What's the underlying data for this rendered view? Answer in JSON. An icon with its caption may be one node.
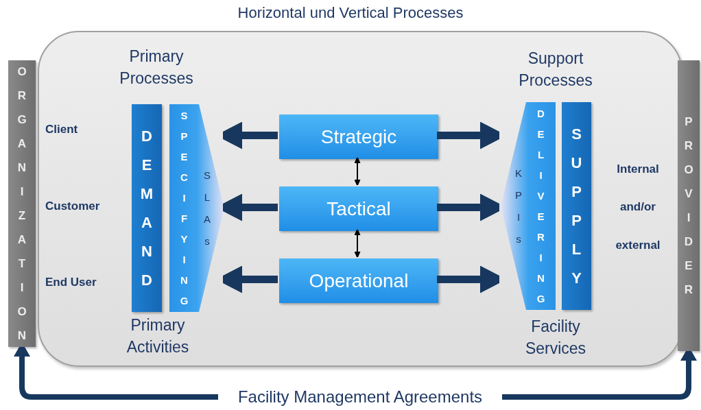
{
  "diagram": {
    "title": "Horizontal und Vertical Processes",
    "nodes": [
      {
        "text": [
          "ORGANIZATION"
        ]
      },
      {
        "text": [],
        "shape": "box"
      },
      {
        "text": [
          "DEMAND"
        ],
        "in": 1
      },
      {
        "text": [
          "SPECIFYING",
          "SLAs"
        ],
        "in": 1
      },
      {
        "text": [
          "Strategic"
        ],
        "in": 1
      },
      {
        "text": [
          "Tactical"
        ],
        "in": 1
      },
      {
        "text": [
          "Operational"
        ],
        "in": 1
      },
      {
        "text": [
          "KPIs",
          "DELIVERING"
        ],
        "in": 1
      },
      {
        "text": [
          "SUPPLY"
        ],
        "in": 1
      },
      {
        "text": [
          "PROVIDER"
        ]
      },
      {
        "text": [
          "Facility Management Agreements"
        ]
      }
    ],
    "edges": [
      {
        "from": 4,
        "to": 3,
        "arrow": "to"
      },
      {
        "from": 4,
        "to": 7,
        "arrow": "to"
      },
      {
        "from": 5,
        "to": 3,
        "arrow": "to"
      },
      {
        "from": 5,
        "to": 7,
        "arrow": "to"
      },
      {
        "from": 6,
        "to": 3,
        "arrow": "to"
      },
      {
        "from": 6,
        "to": 7,
        "arrow": "to"
      },
      {
        "from": 4,
        "to": 5,
        "arrow": "both",
        "color": "#000000"
      },
      {
        "from": 5,
        "to": 6,
        "arrow": "both",
        "color": "#000000"
      },
      {
        "from": 10,
        "to": 0,
        "arrow": "to"
      },
      {
        "from": 10,
        "to": 9,
        "arrow": "to"
      }
    ],
    "labels": [
      "Primary Processes",
      "Support Processes",
      "Client",
      "Internal",
      "Customer",
      "and/or",
      "End User",
      "external",
      "Primary Activities",
      "Facility Services"
    ]
  }
}
